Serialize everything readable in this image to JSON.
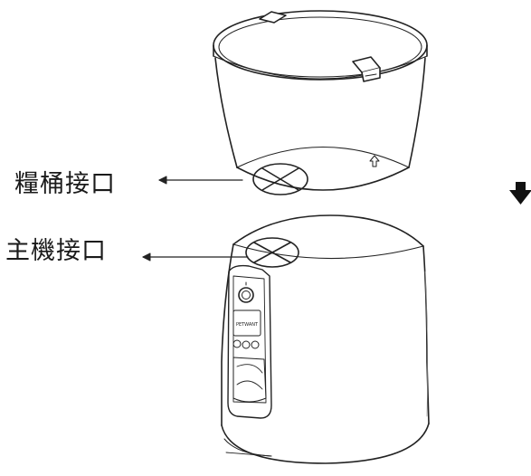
{
  "labels": {
    "bucket_interface": "糧桶接口",
    "main_unit_interface": "主機接口"
  },
  "panel": {
    "brand_text": "PETWANT"
  },
  "icons": {
    "direction_arrow": "down-arrow-icon"
  },
  "colors": {
    "line": "#222222",
    "background": "#ffffff"
  }
}
